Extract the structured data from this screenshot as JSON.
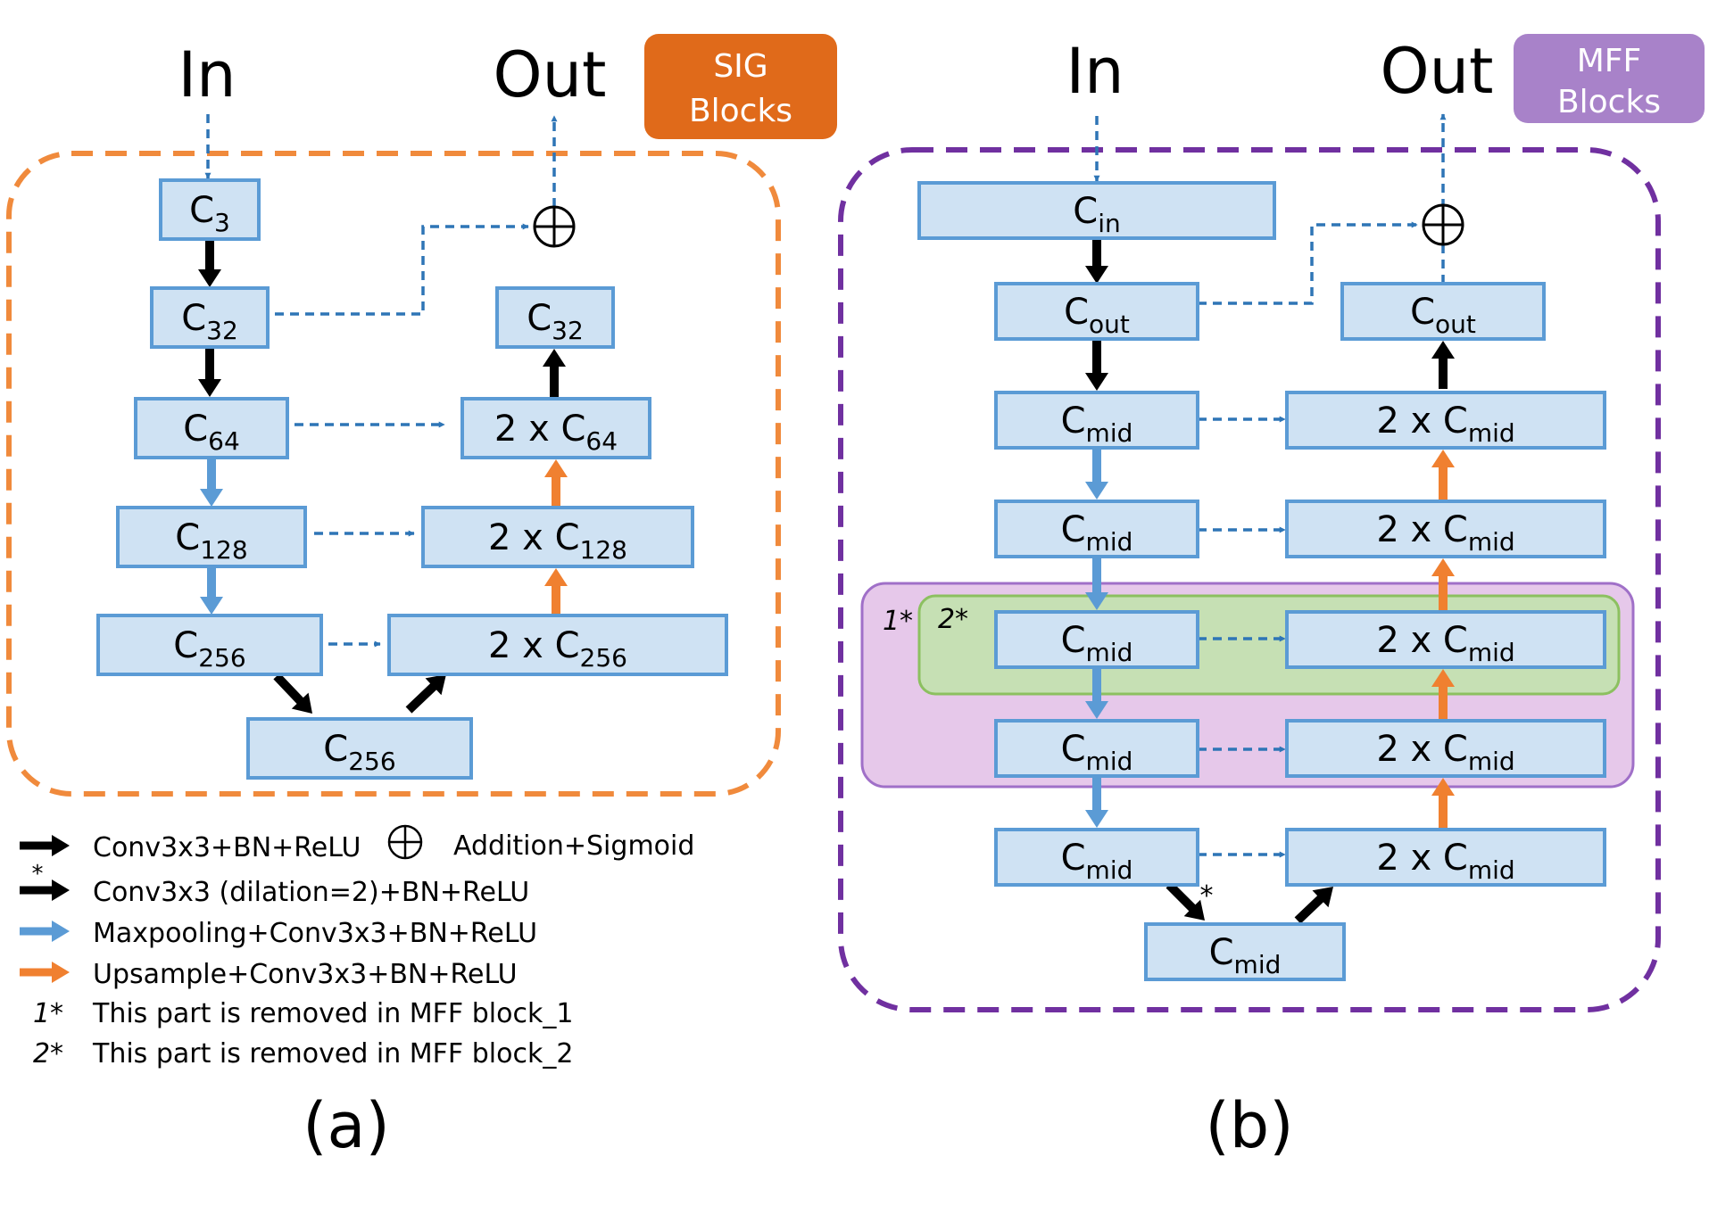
{
  "colors": {
    "box_fill": "#cfe2f3",
    "box_stroke": "#5b9bd5",
    "dash_blue": "#2e75b6",
    "arrow_black": "#000000",
    "arrow_blue": "#5b9bd5",
    "arrow_orange": "#f08030",
    "sig_frame": "#f08a3c",
    "sig_badge": "#e06a1a",
    "mff_frame": "#7030a0",
    "mff_badge": "#a882c9",
    "region_purple_fill": "#e6c8ea",
    "region_purple_stroke": "#a070c8",
    "region_green_fill": "#c6e0b4",
    "region_green_stroke": "#8cc060"
  },
  "sig": {
    "in_label": "In",
    "out_label": "Out",
    "badge_line1": "SIG",
    "badge_line2": "Blocks",
    "caption": "(a)",
    "blocks": {
      "c3": {
        "pre": "",
        "main": "C",
        "sub": "3"
      },
      "c32": {
        "pre": "",
        "main": "C",
        "sub": "32"
      },
      "c64": {
        "pre": "",
        "main": "C",
        "sub": "64"
      },
      "c128": {
        "pre": "",
        "main": "C",
        "sub": "128"
      },
      "c256": {
        "pre": "",
        "main": "C",
        "sub": "256"
      },
      "c256_bot": {
        "pre": "",
        "main": "C",
        "sub": "256"
      },
      "d256": {
        "pre": "2 x ",
        "main": "C",
        "sub": "256"
      },
      "d128": {
        "pre": "2 x ",
        "main": "C",
        "sub": "128"
      },
      "d64": {
        "pre": "2 x ",
        "main": "C",
        "sub": "64"
      },
      "c32_out": {
        "pre": "",
        "main": "C",
        "sub": "32"
      }
    }
  },
  "mff": {
    "in_label": "In",
    "out_label": "Out",
    "badge_line1": "MFF",
    "badge_line2": "Blocks",
    "caption": "(b)",
    "region1_label": "1*",
    "region2_label": "2*",
    "dilation_star": "*",
    "blocks": {
      "cin": {
        "pre": "",
        "main": "C",
        "sub": "in"
      },
      "cout": {
        "pre": "",
        "main": "C",
        "sub": "out"
      },
      "m1": {
        "pre": "",
        "main": "C",
        "sub": "mid"
      },
      "m2": {
        "pre": "",
        "main": "C",
        "sub": "mid"
      },
      "m3": {
        "pre": "",
        "main": "C",
        "sub": "mid"
      },
      "m4": {
        "pre": "",
        "main": "C",
        "sub": "mid"
      },
      "m5": {
        "pre": "",
        "main": "C",
        "sub": "mid"
      },
      "mbot": {
        "pre": "",
        "main": "C",
        "sub": "mid"
      },
      "u5": {
        "pre": "2 x ",
        "main": "C",
        "sub": "mid"
      },
      "u4": {
        "pre": "2 x ",
        "main": "C",
        "sub": "mid"
      },
      "u3": {
        "pre": "2 x ",
        "main": "C",
        "sub": "mid"
      },
      "u2": {
        "pre": "2 x ",
        "main": "C",
        "sub": "mid"
      },
      "u1": {
        "pre": "2 x ",
        "main": "C",
        "sub": "mid"
      },
      "cout_r": {
        "pre": "",
        "main": "C",
        "sub": "out"
      }
    }
  },
  "legend": {
    "conv": "Conv3x3+BN+ReLU",
    "addition": "Addition+Sigmoid",
    "dilated": "Conv3x3 (dilation=2)+BN+ReLU",
    "dilated_star": "*",
    "maxpool": "Maxpooling+Conv3x3+BN+ReLU",
    "upsample": "Upsample+Conv3x3+BN+ReLU",
    "note1_mark": "1*",
    "note1": "This part is removed in MFF block_1",
    "note2_mark": "2*",
    "note2": "This part is removed in MFF block_2"
  }
}
